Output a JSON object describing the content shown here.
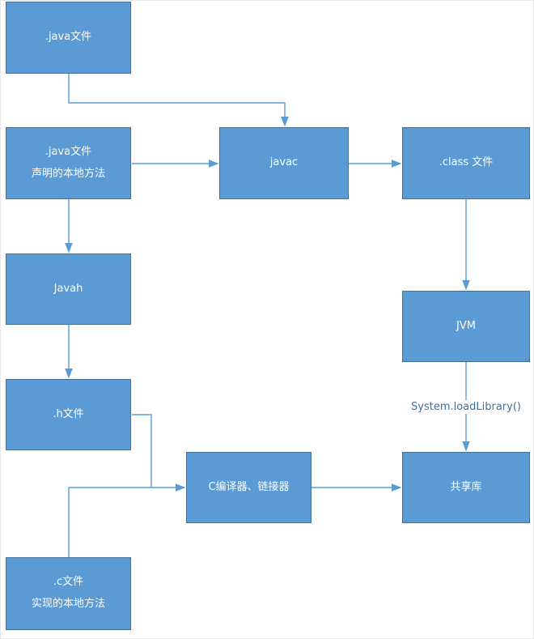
{
  "colors": {
    "node_fill": "#5B9BD5",
    "node_border": "#41719C",
    "arrow": "#5B9BD5",
    "annotation_text": "#41719C"
  },
  "nodes": {
    "java_file": ".java文件",
    "java_native_decl": ".java文件\n声明的本地方法",
    "javac": "javac",
    "class_file": ".class 文件",
    "javah": "Javah",
    "jvm": "JVM",
    "h_file": ".h文件",
    "c_compiler_linker": "C编译器、链接器",
    "shared_lib": "共享库",
    "c_file": ".c文件\n实现的本地方法"
  },
  "annotations": {
    "load_library": "System.loadLibrary()"
  }
}
